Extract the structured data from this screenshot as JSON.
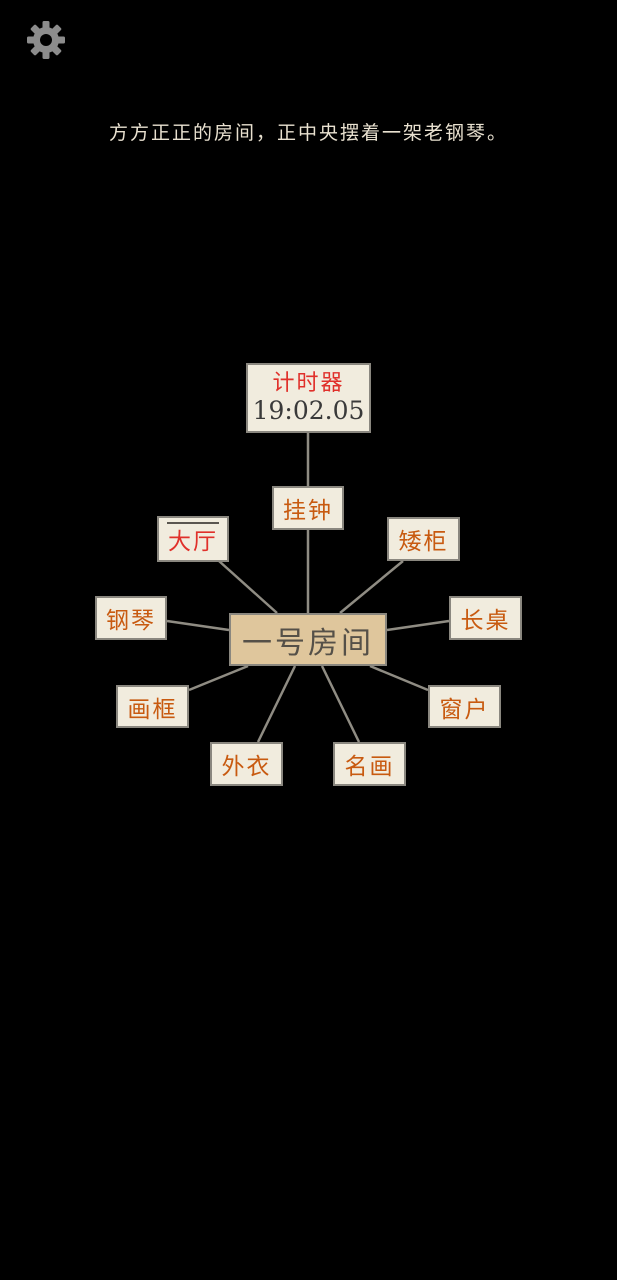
{
  "settings": {
    "icon": "gear-icon"
  },
  "description": "方方正正的房间，正中央摆着一架老钢琴。",
  "timer": {
    "label": "计时器",
    "value": "19:02.05"
  },
  "center": {
    "label": "一号房间"
  },
  "nodes": {
    "clock": "挂钟",
    "hall": "大厅",
    "cabinet": "矮柜",
    "piano": "钢琴",
    "table": "长桌",
    "frame": "画框",
    "window": "窗户",
    "coat": "外衣",
    "painting": "名画"
  },
  "colors": {
    "background": "#000000",
    "node_fill": "#f1ecde",
    "center_fill": "#dfc69c",
    "node_text": "#c85a10",
    "exit_text": "#e0302a",
    "link": "#8f8c83"
  }
}
